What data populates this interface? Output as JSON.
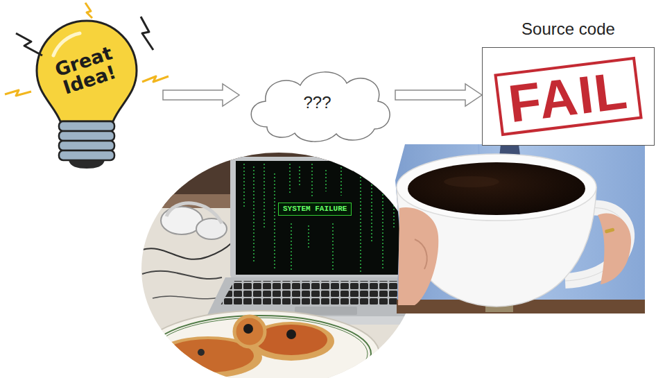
{
  "diagram": {
    "nodes": [
      {
        "text": [
          "Great Idea!"
        ]
      },
      {
        "text": [
          "???"
        ]
      },
      {
        "text": [
          "Source code",
          "FAIL"
        ]
      }
    ],
    "edges": [
      {
        "from": 0,
        "to": 1,
        "arrow": "to"
      },
      {
        "from": 1,
        "to": 2,
        "arrow": "to"
      }
    ],
    "labels": [
      "SYSTEM FAILURE"
    ]
  }
}
